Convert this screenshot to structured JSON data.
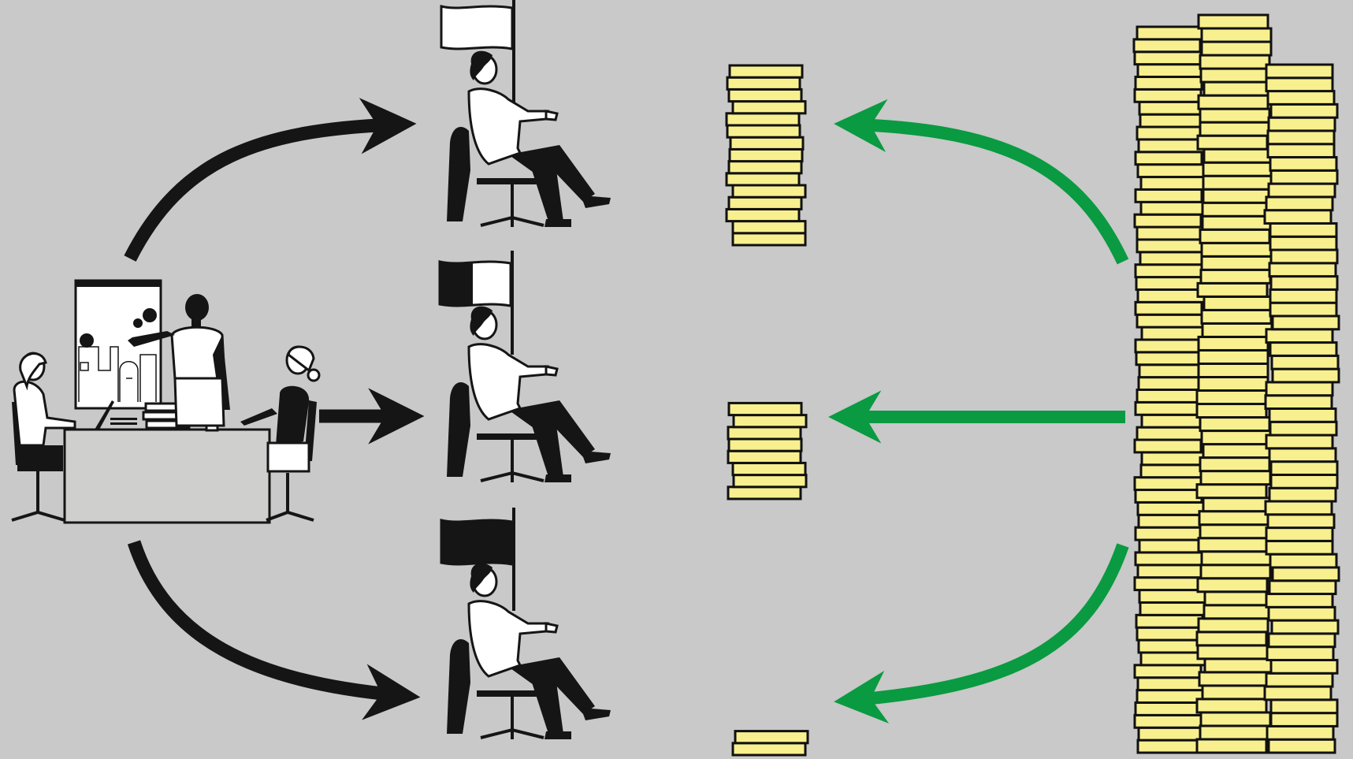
{
  "colors": {
    "background": "#c8c9c8",
    "ink": "#151515",
    "coin_fill": "#f8f08e",
    "coin_stroke": "#111111",
    "arrow_green": "#0a9a41",
    "arrow_black": "#151515",
    "desk": "#cfd0cd",
    "paper": "#ffffff"
  },
  "flags": [
    {
      "id": "flag-white",
      "fill": "white"
    },
    {
      "id": "flag-half",
      "fill": "half"
    },
    {
      "id": "flag-black",
      "fill": "black"
    }
  ],
  "coin_stacks": [
    {
      "id": "stack-top",
      "coins": 15
    },
    {
      "id": "stack-middle",
      "coins": 8
    },
    {
      "id": "stack-bottom",
      "coins": 2
    }
  ],
  "source_pile": {
    "columns": [
      58,
      55,
      52
    ]
  }
}
